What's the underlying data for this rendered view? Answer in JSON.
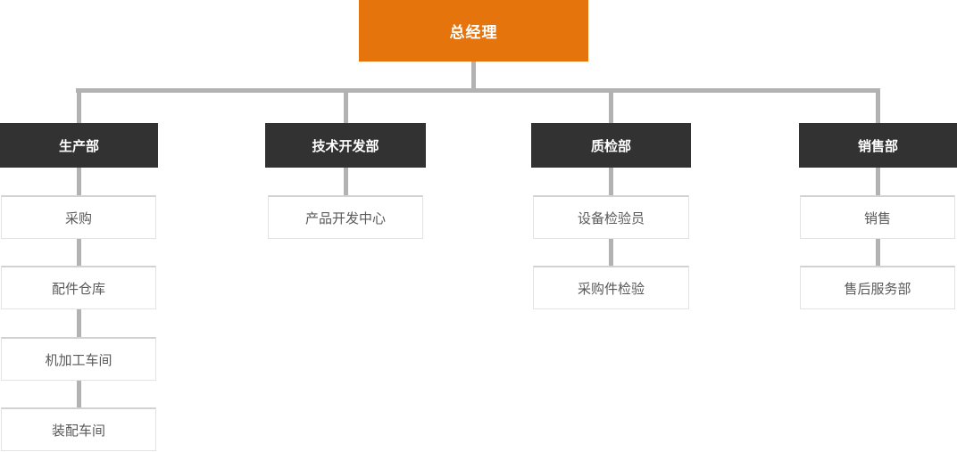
{
  "org_chart": {
    "root": {
      "label": "总经理"
    },
    "departments": [
      {
        "label": "生产部",
        "children": [
          "采购",
          "配件仓库",
          "机加工车间",
          "装配车间"
        ]
      },
      {
        "label": "技术开发部",
        "children": [
          "产品开发中心"
        ]
      },
      {
        "label": "质检部",
        "children": [
          "设备检验员",
          "采购件检验"
        ]
      },
      {
        "label": "销售部",
        "children": [
          "销售",
          "售后服务部"
        ]
      }
    ],
    "colors": {
      "root_background": "#e6740c",
      "root_text": "#ffffff",
      "department_background": "#323232",
      "department_text": "#ffffff",
      "child_background": "#ffffff",
      "child_border": "#e3e3e3",
      "child_text": "#595959",
      "connector": "#b2b2b2"
    }
  }
}
